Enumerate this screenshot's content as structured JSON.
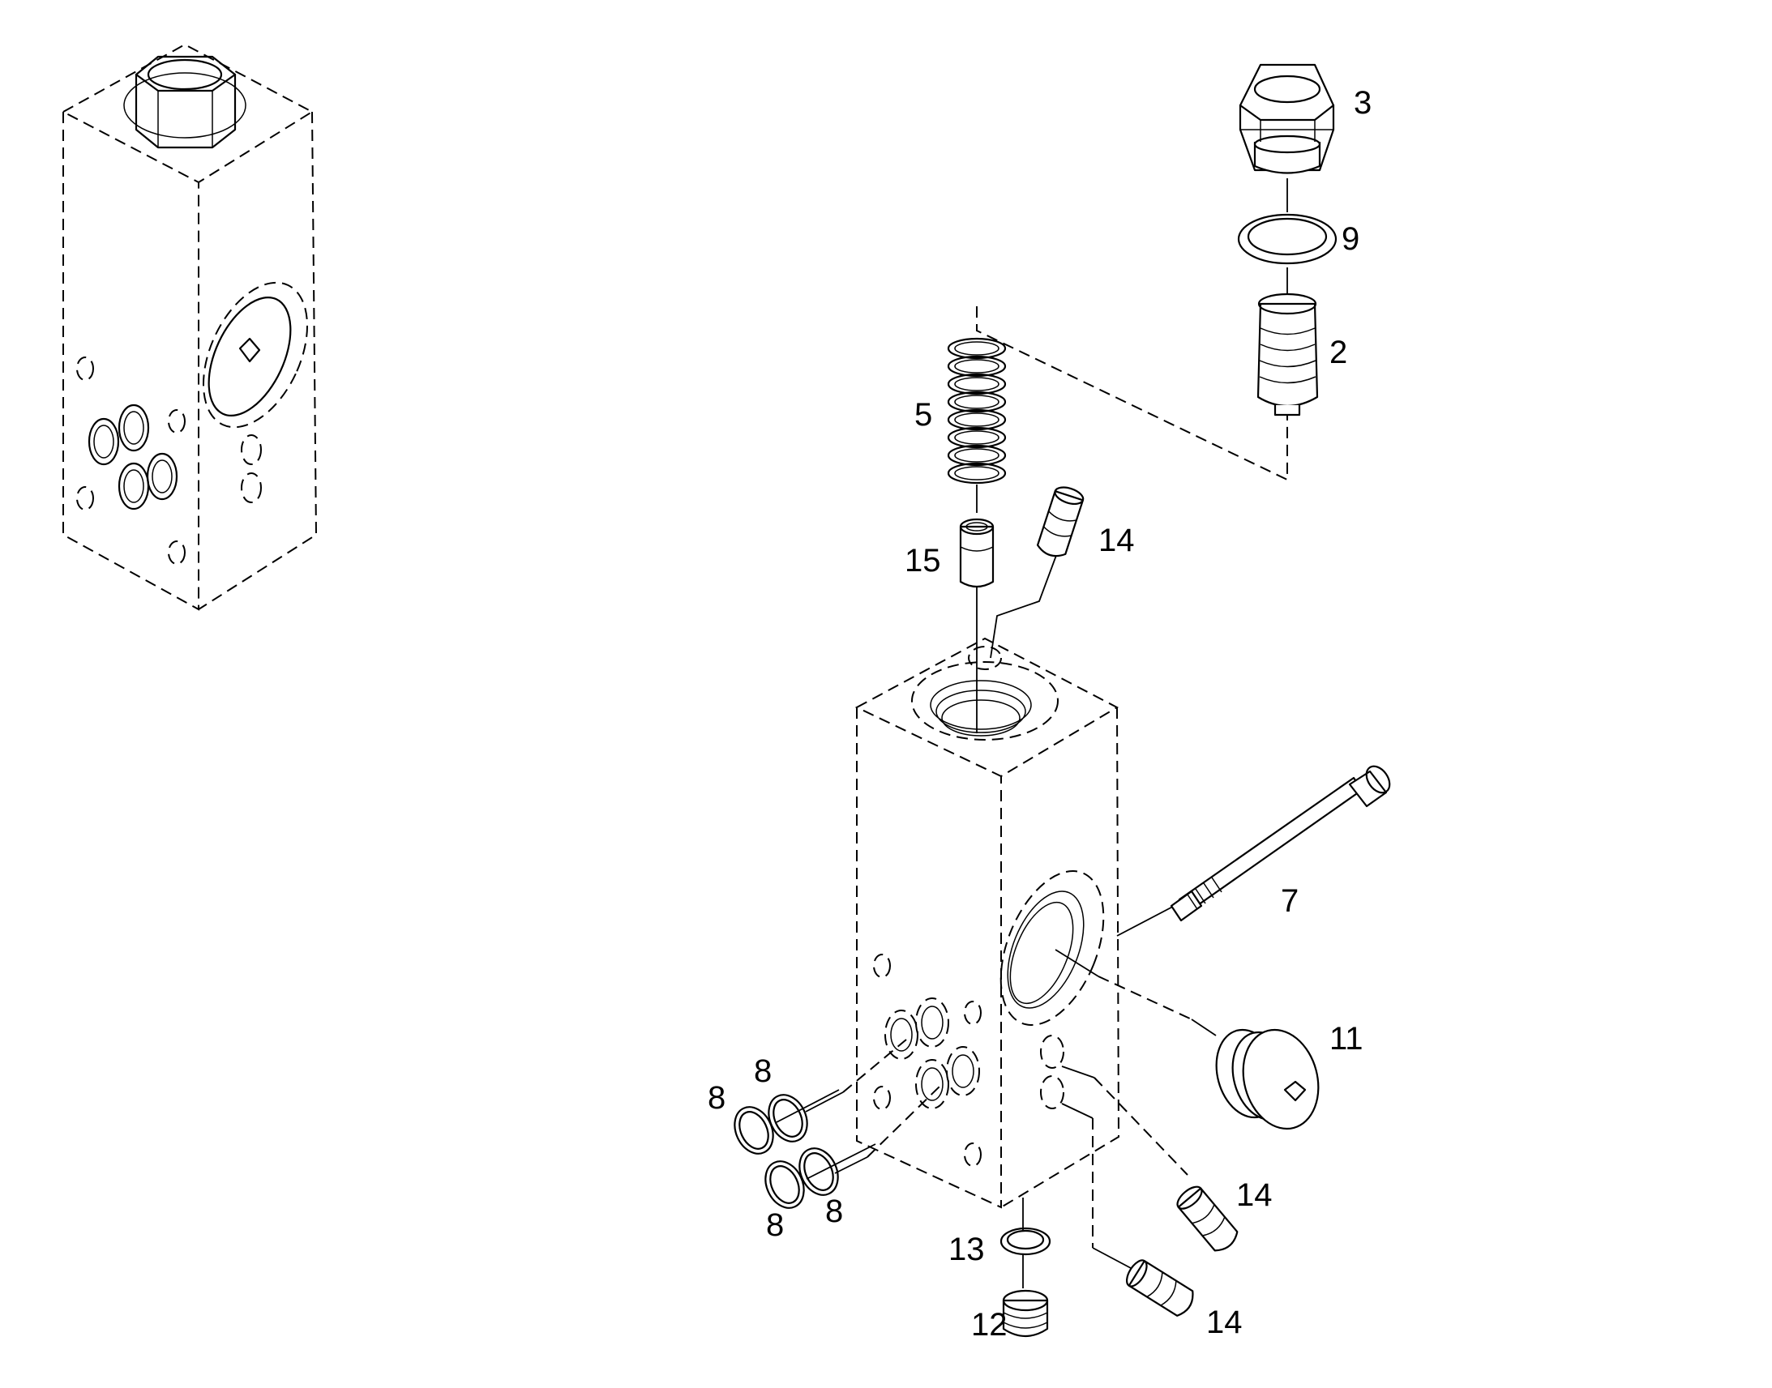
{
  "callouts": {
    "p2": "2",
    "p3": "3",
    "p5": "5",
    "p7": "7",
    "p8a": "8",
    "p8b": "8",
    "p8c": "8",
    "p8d": "8",
    "p9": "9",
    "p11": "11",
    "p12": "12",
    "p13": "13",
    "p14a": "14",
    "p14b": "14",
    "p14c": "14",
    "p15": "15"
  }
}
